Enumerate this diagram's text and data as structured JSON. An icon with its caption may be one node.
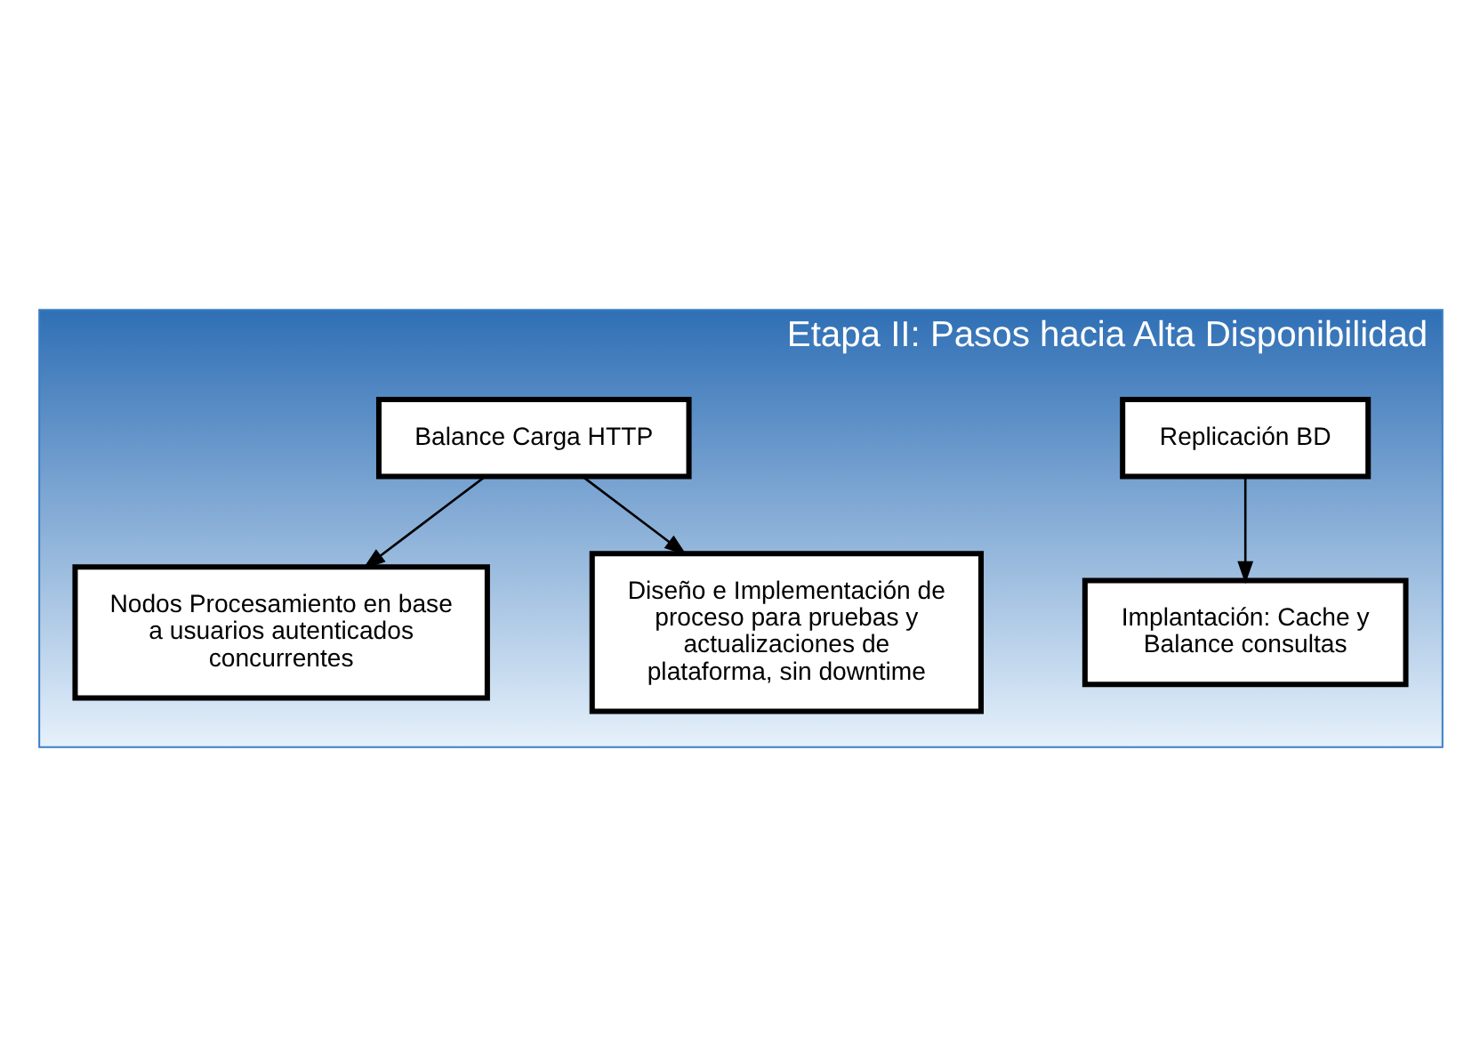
{
  "diagram": {
    "nodes": [
      {
        "text": [
          "Etapa II: Pasos hacia Alta Disponibilidad"
        ]
      },
      {
        "text": [
          "Replicación BD"
        ],
        "in": 0
      },
      {
        "text": [
          "Implantación: Cache y Balance consultas"
        ],
        "in": 0
      },
      {
        "text": [
          "Balance Carga HTTP"
        ],
        "in": 0
      },
      {
        "text": [
          "Nodos Procesamiento en base a usuarios autenticados concurrentes"
        ],
        "in": 0
      },
      {
        "text": [
          "Diseño e Implementación de proceso para pruebas y actualizaciones de plataforma, sin downtime"
        ],
        "in": 0
      }
    ],
    "edges": [
      {
        "from": 1,
        "to": 2,
        "arrow": "to"
      },
      {
        "from": 3,
        "to": 4,
        "arrow": "to"
      },
      {
        "from": 3,
        "to": 5,
        "arrow": "to"
      }
    ]
  }
}
